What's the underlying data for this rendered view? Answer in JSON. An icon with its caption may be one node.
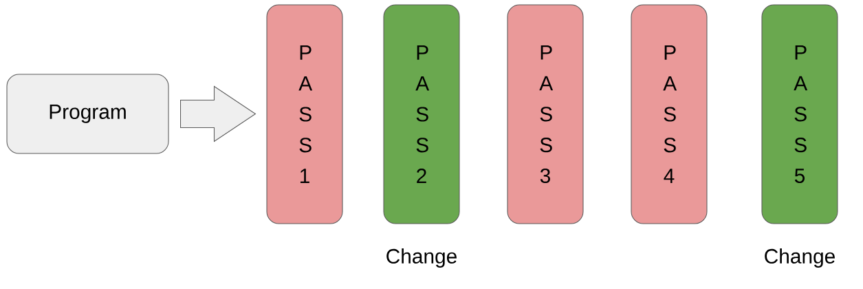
{
  "diagram": {
    "nodes": [
      {
        "text": [
          "Program"
        ]
      },
      {
        "text": [
          "P A S S 1"
        ]
      },
      {
        "text": [
          "P A S S 2"
        ],
        "beside": [
          "Change"
        ]
      },
      {
        "text": [
          "P A S S 3"
        ]
      },
      {
        "text": [
          "P A S S 4"
        ]
      },
      {
        "text": [
          "P A S S 5"
        ],
        "beside": [
          "Change"
        ]
      }
    ],
    "edges": [
      {
        "from": 0,
        "to": 1,
        "arrow": "to"
      }
    ]
  }
}
